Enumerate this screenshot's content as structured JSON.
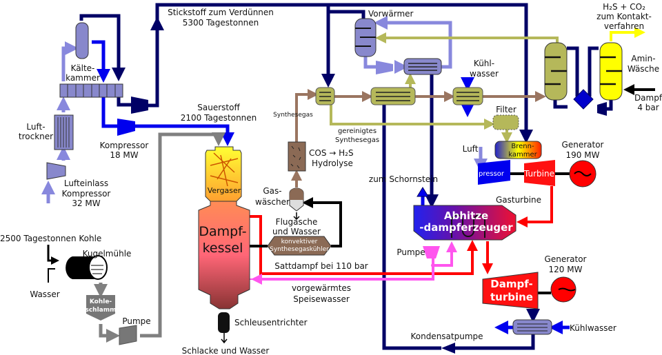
{
  "labels": {
    "stickstoff_1": "Stickstoff zum Verdünnen",
    "stickstoff_2": "5300 Tagestonnen",
    "kaelte_1": "Kälte-",
    "kaelte_2": "kammer",
    "lufttrockner_1": "Luft-",
    "lufttrockner_2": "trockner",
    "lufteinlass_1": "Lufteinlass",
    "lufteinlass_2": "Kompressor",
    "lufteinlass_3": "32 MW",
    "kompressor_1": "Kompressor",
    "kompressor_2": "18 MW",
    "sauerstoff_1": "Sauerstoff",
    "sauerstoff_2": "2100 Tagestonnen",
    "kohle": "2500 Tagestonnen Kohle",
    "kugelmuehle": "Kugelmühle",
    "wasser": "Wasser",
    "kohleschlamm_1": "Kohle-",
    "kohleschlamm_2": "schlamm",
    "pumpe_left": "Pumpe",
    "vergaser": "Vergaser",
    "dampfkessel_1": "Dampf-",
    "dampfkessel_2": "kessel",
    "schleusentrichter": "Schleusentrichter",
    "schlacke": "Schlacke und Wasser",
    "synthesegas": "Synthesegas",
    "cos_1": "COS → H₂S",
    "cos_2": "Hydrolyse",
    "gaswaescher_1": "Gas-",
    "gaswaescher_2": "wäscher",
    "flugasche_1": "Flugasche",
    "flugasche_2": "und Wasser",
    "konvektiv_1": "konvektiver",
    "konvektiv_2": "Synthesegaskühler",
    "sattdampf": "Sattdampf bei 110 bar",
    "speise_1": "vorgewärmtes",
    "speise_2": "Speisewasser",
    "vorwaermer": "Vorwärmer",
    "kuehlwasser_top_1": "Kühl-",
    "kuehlwasser_top_2": "wasser",
    "gereinigt_1": "gereinigtes",
    "gereinigt_2": "Synthesegas",
    "filter": "Filter",
    "h2s_1": "H₂S + CO₂",
    "h2s_2": "zum Kontakt-",
    "h2s_3": "verfahren",
    "amin_1": "Amin-",
    "amin_2": "Wäsche",
    "dampf_1": "Dampf",
    "dampf_2": "4 bar",
    "luft": "Luft",
    "brenn_1": "Brenn-",
    "brenn_2": "kammer",
    "gt_compressor": "pressor",
    "gt_turbine": "Turbine",
    "gen1_1": "Generator",
    "gen1_2": "190 MW",
    "gasturbine": "Gasturbine",
    "schornstein": "zum Schornstein",
    "hrsg_1": "Abhitze",
    "hrsg_2": "-dampferzeuger",
    "pumpe_right": "Pumpe",
    "gen2_1": "Generator",
    "gen2_2": "120 MW",
    "dt_1": "Dampf-",
    "dt_2": "turbine",
    "kuehlwasser_bottom": "Kühlwasser",
    "kondensatpumpe": "Kondensatpumpe"
  },
  "colors": {
    "nitrogen": "#000066",
    "oxygen": "#0000ee",
    "air": "#8888dd",
    "syngas_clean": "#b5b85a",
    "syngas_raw": "#9a7560",
    "coal_slurry": "#808080",
    "steam": "#ff0000",
    "feedwater": "#ff55ee",
    "acid_gas": "#ffff00"
  }
}
